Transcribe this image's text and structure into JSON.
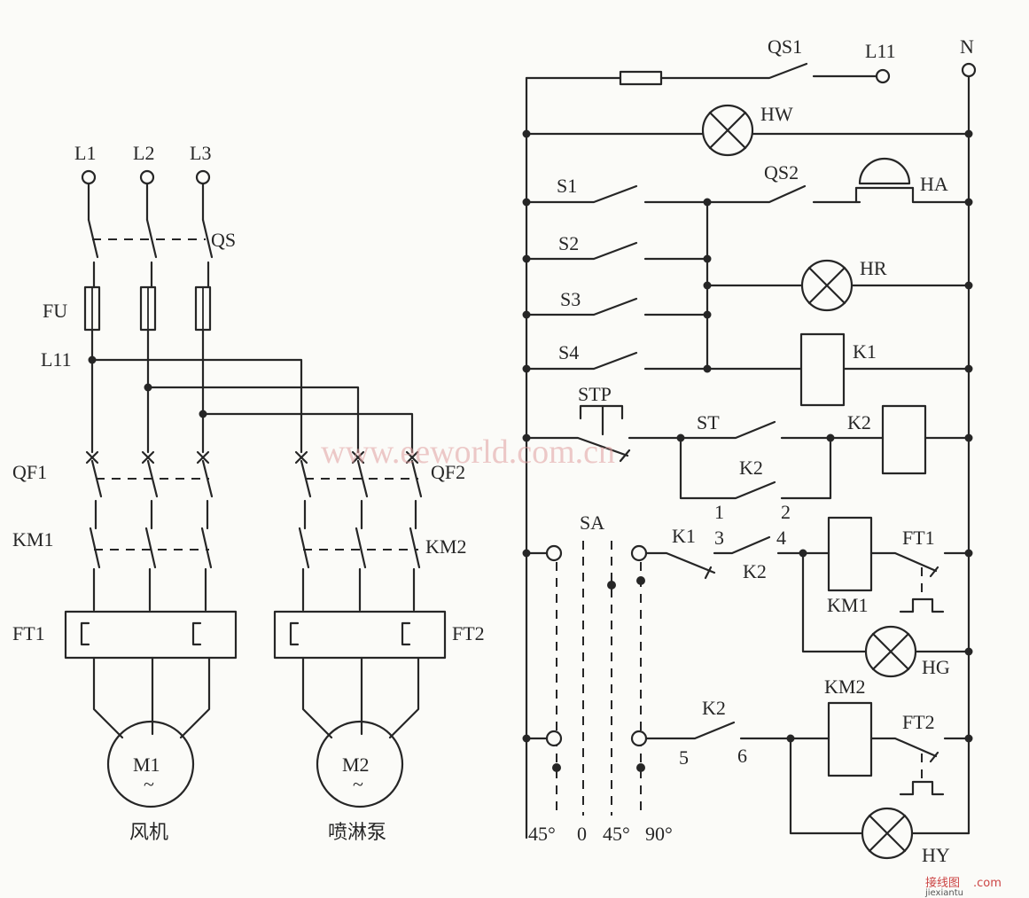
{
  "left_circuit": {
    "phases": [
      "L1",
      "L2",
      "L3"
    ],
    "isolator": "QS",
    "fuse": "FU",
    "bus": "L11",
    "breakers": [
      "QF1",
      "QF2"
    ],
    "contactors": [
      "KM1",
      "KM2"
    ],
    "overloads": [
      "FT1",
      "FT2"
    ],
    "motors": [
      {
        "tag": "M1",
        "symbol": "~",
        "name": "风机"
      },
      {
        "tag": "M2",
        "symbol": "~",
        "name": "喷淋泵"
      }
    ]
  },
  "control_circuit": {
    "top": {
      "switch": "QS1",
      "supply": "L11",
      "neutral": "N"
    },
    "hw": "HW",
    "switches": [
      "S1",
      "S2",
      "S3",
      "S4"
    ],
    "qs2": "QS2",
    "ha": "HA",
    "hr": "HR",
    "k1": "K1",
    "stp": "STP",
    "st": "ST",
    "k2": "K2",
    "k2_hold": "K2",
    "node1": "1",
    "node2": "2",
    "sa": "SA",
    "k1_contact": "K1",
    "node3": "3",
    "node4": "4",
    "k2_contact": "K2",
    "km1": "KM1",
    "ft1": "FT1",
    "hg": "HG",
    "k2_lower": "K2",
    "node5": "5",
    "node6": "6",
    "km2": "KM2",
    "ft2": "FT2",
    "hy": "HY",
    "sa_positions": [
      "45°",
      "0",
      "45°",
      "90°"
    ]
  },
  "watermarks": {
    "eeworld": "www.eeworld.com.cn",
    "jiexian_cn": "接线图",
    "jiexian_com": ".com",
    "jiexian_url": "jiexiantu"
  }
}
